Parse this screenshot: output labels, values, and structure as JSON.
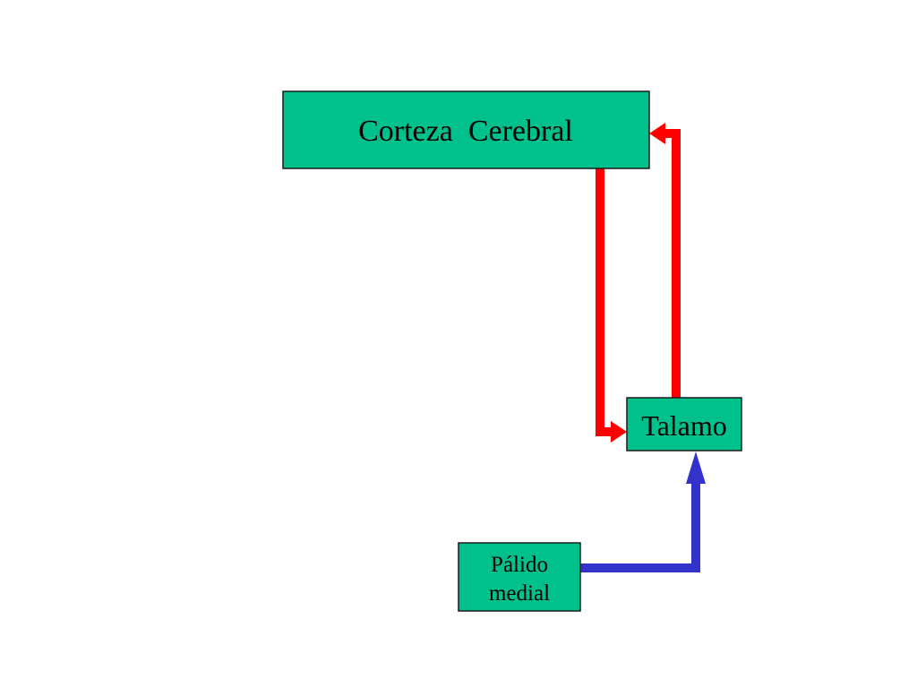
{
  "nodes": {
    "corteza": {
      "label": "Corteza  Cerebral"
    },
    "talamo": {
      "label": "Talamo"
    },
    "palido": {
      "label_line1": "Pálido",
      "label_line2": "medial"
    }
  },
  "colors": {
    "box_fill": "#00c08c",
    "box_border": "#1a1a1a",
    "excitatory_arrow": "#ff0000",
    "inhibitory_arrow": "#3333cc"
  }
}
